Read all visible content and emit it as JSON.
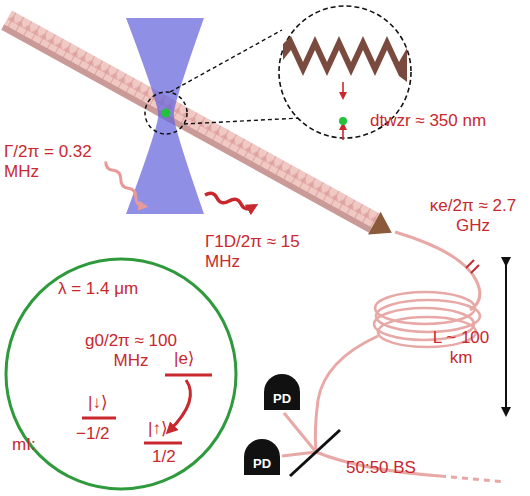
{
  "diagram": {
    "nodes": [
      {
        "text": [
          "λ = 1.4 μm",
          "g0/2π ≈ 100 MHz",
          "|e⟩",
          "mI:",
          "|↓⟩",
          "|↑⟩",
          "−1/2",
          "1/2"
        ]
      },
      {
        "text": [
          "PD"
        ]
      },
      {
        "text": [
          "PD"
        ]
      }
    ],
    "labels": [
      "Γ/2π = 0.32 MHz",
      "dtwzr ≈ 350 nm",
      "Γ1D/2π ≈ 15 MHz",
      "κe/2π ≈ 2.7 GHz",
      "L ~ 100 km",
      "50:50 BS"
    ]
  }
}
